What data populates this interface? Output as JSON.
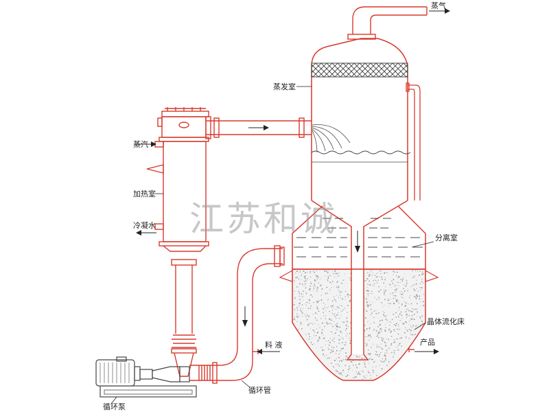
{
  "labels": {
    "vapor": "蒸气",
    "evaporator": "蒸发室",
    "steam": "蒸汽",
    "heater": "加热室",
    "cooling_water": "冷凝水",
    "separator": "分离室",
    "crystal_bed": "晶体流化床",
    "product": "产品",
    "feed": "料 液",
    "circulation_pipe": "循环管",
    "circulation_pump": "循环泵"
  },
  "watermark": "江苏和诚",
  "colors": {
    "equipment": "#d8382c",
    "outline": "#444444",
    "crystal": "#999999",
    "watermark": "#9a9a9a"
  }
}
